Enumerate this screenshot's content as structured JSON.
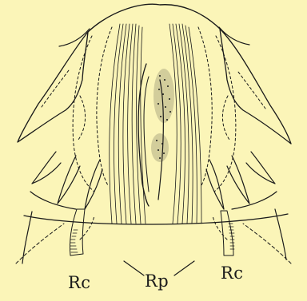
{
  "figure": {
    "background": "#fbf5b8",
    "ink": "#1a1a1a",
    "labels": [
      {
        "id": "rc-left",
        "text": "Rc"
      },
      {
        "id": "rp",
        "text": "Rp"
      },
      {
        "id": "rc-right",
        "text": "Rc"
      }
    ]
  }
}
